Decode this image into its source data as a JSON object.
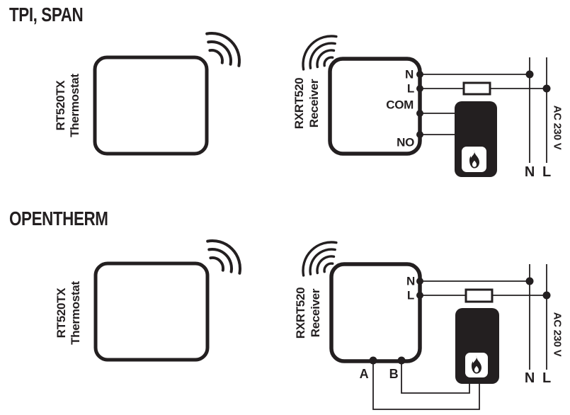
{
  "colors": {
    "ink": "#231f20",
    "paper": "#ffffff"
  },
  "icons": {
    "thermostat_signal": "wifi-waves-right",
    "receiver_signal": "wifi-waves-left",
    "boiler": "flame-icon",
    "fuse": "fuse-symbol",
    "relay": "open-switch-contact"
  },
  "sections": [
    {
      "heading": "TPI, SPAN",
      "thermostat": {
        "model": "RT520TX",
        "type": "Thermostat"
      },
      "receiver": {
        "model": "RXRT520",
        "type": "Receiver"
      },
      "terminals": {
        "n": "N",
        "l": "L",
        "com": "COM",
        "no": "NO"
      },
      "mains": {
        "n": "N",
        "l": "L",
        "voltage": "AC 230 V"
      }
    },
    {
      "heading": "OPENTHERM",
      "thermostat": {
        "model": "RT520TX",
        "type": "Thermostat"
      },
      "receiver": {
        "model": "RXRT520",
        "type": "Receiver"
      },
      "terminals": {
        "n": "N",
        "l": "L",
        "a": "A",
        "b": "B"
      },
      "mains": {
        "n": "N",
        "l": "L",
        "voltage": "AC 230 V"
      }
    }
  ]
}
